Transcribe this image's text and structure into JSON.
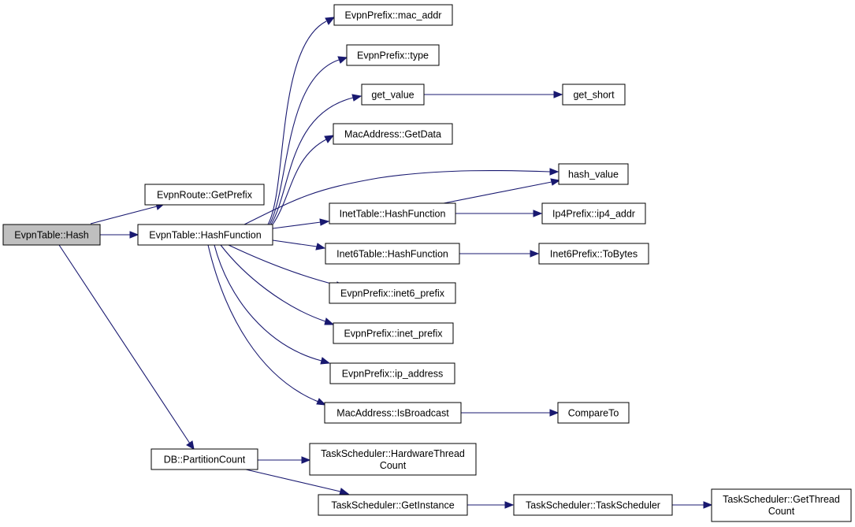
{
  "colors": {
    "edge": "#191970",
    "node_border": "#000000",
    "node_fill": "#ffffff",
    "root_fill": "#bfbfbf"
  },
  "nodes": {
    "root": {
      "label": "EvpnTable::Hash"
    },
    "get_prefix": {
      "label": "EvpnRoute::GetPrefix"
    },
    "hash_function": {
      "label": "EvpnTable::HashFunction"
    },
    "partition_count": {
      "label": "DB::PartitionCount"
    },
    "mac_addr": {
      "label": "EvpnPrefix::mac_addr"
    },
    "type": {
      "label": "EvpnPrefix::type"
    },
    "get_value": {
      "label": "get_value"
    },
    "get_short": {
      "label": "get_short"
    },
    "get_data": {
      "label": "MacAddress::GetData"
    },
    "hash_value": {
      "label": "hash_value"
    },
    "inet_hash": {
      "label": "InetTable::HashFunction"
    },
    "ip4_addr": {
      "label": "Ip4Prefix::ip4_addr"
    },
    "inet6_hash": {
      "label": "Inet6Table::HashFunction"
    },
    "to_bytes": {
      "label": "Inet6Prefix::ToBytes"
    },
    "inet6_prefix": {
      "label": "EvpnPrefix::inet6_prefix"
    },
    "inet_prefix": {
      "label": "EvpnPrefix::inet_prefix"
    },
    "ip_address": {
      "label": "EvpnPrefix::ip_address"
    },
    "is_broadcast": {
      "label": "MacAddress::IsBroadcast"
    },
    "compare_to": {
      "label": "CompareTo"
    },
    "hw_thread_count": {
      "line1": "TaskScheduler::HardwareThread",
      "line2": "Count"
    },
    "get_instance": {
      "label": "TaskScheduler::GetInstance"
    },
    "task_scheduler": {
      "label": "TaskScheduler::TaskScheduler"
    },
    "get_thread_count": {
      "line1": "TaskScheduler::GetThread",
      "line2": "Count"
    }
  }
}
